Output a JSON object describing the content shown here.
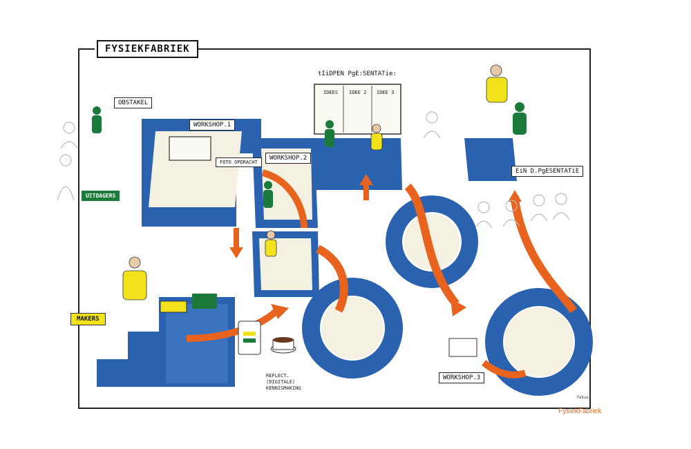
{
  "title": "FYSIEKFABRIEK",
  "labels": {
    "obstakel": "OBSTAKEL",
    "workshop1": "WORKSHOP.1",
    "workshop2": "WORKSHOP.2",
    "workshop3": "WORKSHOP.3",
    "tijdens": "tIiDPEN PgE:SENTATie:",
    "eind": "EiN D.PgESENTATiE",
    "fotoopdracht": "FOTO OPDRACHT",
    "uitdagers": "UITDAGERS",
    "makers": "MAKERS",
    "reflectie": "REFLECT. (DIGITALE) KENNISMAKING",
    "idees": [
      "IDEES",
      "IDEE 2",
      "IDEE 3"
    ],
    "credit": "Fakus",
    "brand": "FysiekFabriek"
  },
  "colors": {
    "blue": "#2a62b0",
    "orange": "#e8641e",
    "green": "#1b7a3a",
    "yellow": "#f2e21c",
    "cream": "#f4f1e2"
  }
}
